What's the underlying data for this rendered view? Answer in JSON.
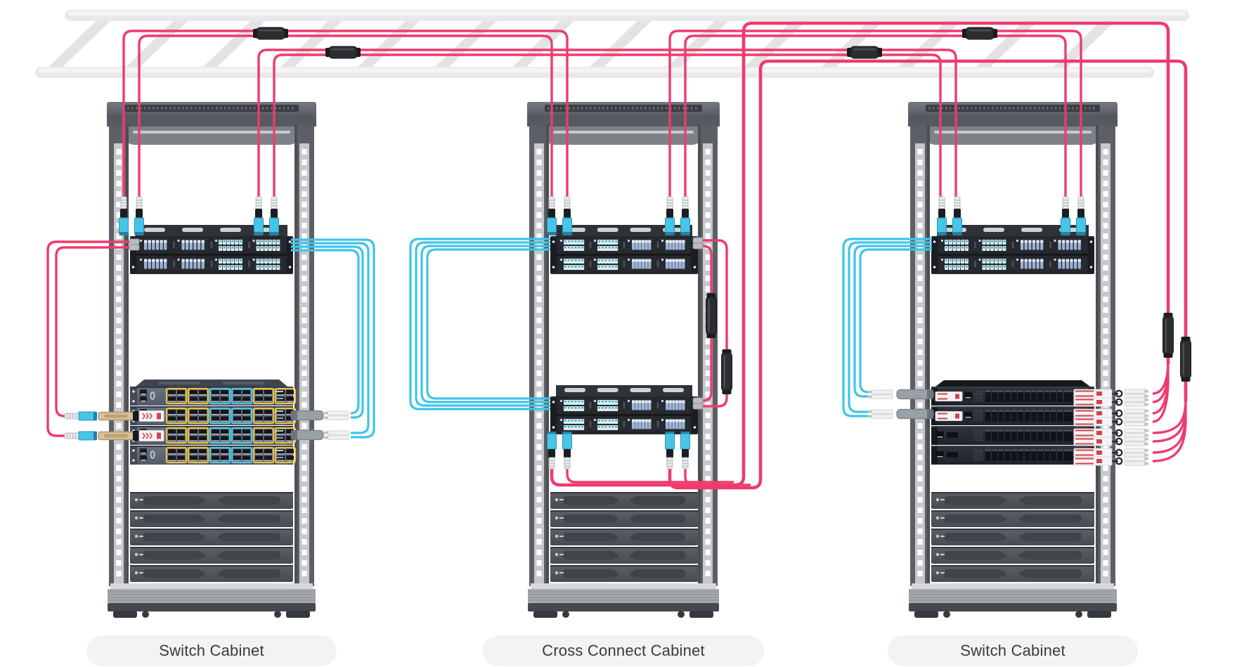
{
  "labels": {
    "left_cabinet": "Switch Cabinet",
    "middle_cabinet": "Cross Connect Cabinet",
    "right_cabinet": "Switch Cabinet"
  },
  "colors": {
    "pink": "#ee3b6e",
    "cyan": "#3fc4e6",
    "port_group_yellow": "#ecc23f",
    "port_group_cyan": "#4ec7e8",
    "mpo_aqua": "#49c4e9",
    "qsfp_tan": "#d9c29a",
    "module_red": "#d6424a",
    "ladder": "#e9e9eb",
    "rack_frame": "#5c6066",
    "rack_rail": "#c6c8cb",
    "panel_black": "#24272c",
    "switch_gray": "#5d6673",
    "switch_dark": "#262a31",
    "blank_panel": "#53575d",
    "splice_dark": "#2b2d31",
    "cassette_bar": "#9fb3d6",
    "cassette_teal": "#2fb3c9",
    "label_bg": "#f3f3f4",
    "label_text": "#3a3a3c"
  },
  "cabinets": [
    {
      "id": "left",
      "label": "Switch Cabinet",
      "equipment": [
        "fiber-enclosure-1u",
        "fiber-enclosure-1u",
        "ethernet-switch",
        "ethernet-switch-with-transceivers",
        "ethernet-switch-with-transceivers",
        "ethernet-switch",
        "blank-panel",
        "blank-panel",
        "blank-panel",
        "blank-panel",
        "blank-panel"
      ]
    },
    {
      "id": "middle",
      "label": "Cross Connect Cabinet",
      "equipment": [
        "fiber-enclosure-1u",
        "fiber-enclosure-1u",
        "fiber-enclosure-1u",
        "fiber-enclosure-1u",
        "blank-panel",
        "blank-panel",
        "blank-panel",
        "blank-panel",
        "blank-panel"
      ]
    },
    {
      "id": "right",
      "label": "Switch Cabinet",
      "equipment": [
        "fiber-enclosure-1u",
        "fiber-enclosure-1u",
        "sfp-switch",
        "sfp-switch",
        "sfp-switch",
        "sfp-switch",
        "blank-panel",
        "blank-panel",
        "blank-panel",
        "blank-panel",
        "blank-panel"
      ]
    }
  ],
  "cabling": {
    "overhead": "cable-ladder",
    "trunk_cables": {
      "color": "pink",
      "connector": "mpo-connector",
      "couplers": "splice-barrel"
    },
    "patch_cables": {
      "color": "cyan",
      "connector": "lc-duplex-connector"
    },
    "transceivers": [
      "qsfp-transceiver",
      "sfp-transceiver"
    ]
  }
}
